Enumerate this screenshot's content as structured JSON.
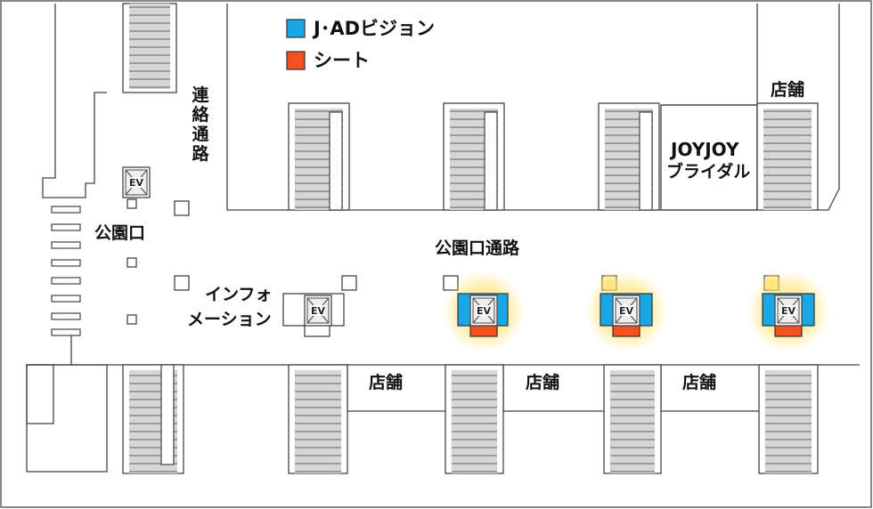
{
  "legend": {
    "jad_vision": {
      "label": "J･ADビジョン",
      "color": "#1aa7e6"
    },
    "seat": {
      "label": "シート",
      "color": "#f4511e"
    }
  },
  "labels": {
    "renraku_tsuro": "連絡通路",
    "koen_guchi": "公園口",
    "koen_guchi_tsuro": "公園口通路",
    "information": [
      "インフォ",
      "メーション"
    ],
    "joyjoy": [
      "JOYJOY",
      "ブライダル"
    ],
    "store": "店舗",
    "ev": "EV"
  },
  "colors": {
    "glow": "#ffe066",
    "stair_fill": "#d4d4d4",
    "outline": "#444444",
    "border": "#888888"
  }
}
